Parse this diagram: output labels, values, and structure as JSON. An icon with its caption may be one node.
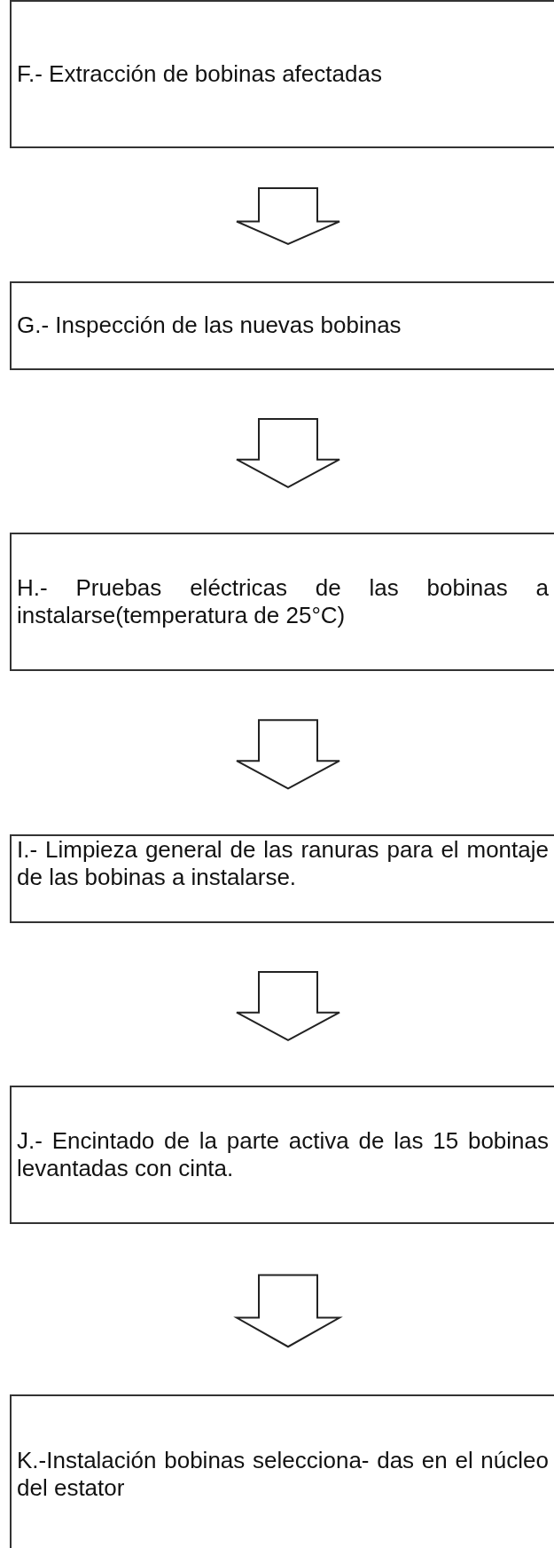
{
  "diagram": {
    "nodes": [
      {
        "text": [
          "F.- Extracción de bobinas afectadas"
        ]
      },
      {
        "text": [
          "G.- Inspección de las nuevas bobinas"
        ]
      },
      {
        "text": [
          "H.- Pruebas eléctricas de las bobinas a instalarse(temperatura de 25°C)"
        ]
      },
      {
        "text": [
          "I.- Limpieza general de las ranuras para el montaje de las bobinas a instalarse."
        ]
      },
      {
        "text": [
          "J.- Encintado de la parte activa de las 15 bobinas levantadas con cinta."
        ]
      },
      {
        "text": [
          "K.-Instalación bobinas selecciona- das en el núcleo del estator"
        ]
      }
    ],
    "edges": [
      {
        "from": 0,
        "to": 1,
        "arrow": "to"
      },
      {
        "from": 1,
        "to": 2,
        "arrow": "to"
      },
      {
        "from": 2,
        "to": 3,
        "arrow": "to"
      },
      {
        "from": 3,
        "to": 4,
        "arrow": "to"
      },
      {
        "from": 4,
        "to": 5,
        "arrow": "to"
      }
    ]
  }
}
